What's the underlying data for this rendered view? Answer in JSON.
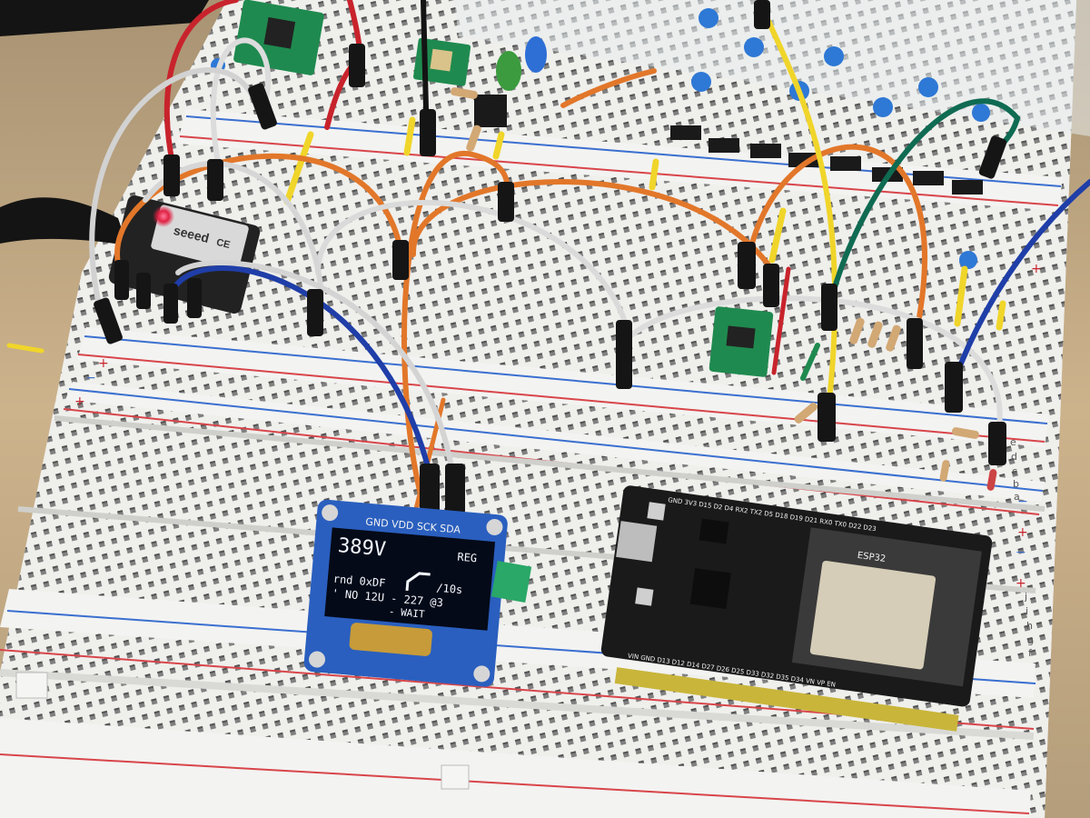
{
  "colors": {
    "table": "#cdb38c",
    "breadboard": "#efefec",
    "rail_red": "#d8454a",
    "rail_blue": "#3a6fd0",
    "wire_orange": "#e2772a",
    "wire_gray": "#d9d9d9",
    "wire_blue": "#1f3ea8",
    "wire_red": "#c8232c",
    "wire_yellow": "#f0d52a",
    "wire_green": "#0f6b52",
    "oled_pcb": "#2a5fbf",
    "esp_pcb": "#1a1a1a",
    "module_green": "#1f8a4f"
  },
  "rail_signs": {
    "plus": "+",
    "minus": "−"
  },
  "board_letters": {
    "row_a": [
      "j",
      "i",
      "h",
      "g",
      "f"
    ],
    "row_b": [
      "e",
      "d",
      "c",
      "b",
      "a"
    ]
  },
  "xiao": {
    "brand": "seeed",
    "mark": "CE"
  },
  "oled": {
    "header_pins": "GND VDD SCK SDA",
    "voltage": "389V",
    "mode": "REG",
    "line1_left": "rnd 0xDF",
    "line1_right": "/10s",
    "line2": "' NO 12U - 227 @3",
    "line2_b": "- WAIT"
  },
  "esp32": {
    "module_label": "ESP32",
    "pins_top": [
      "GND",
      "3V3",
      "D15",
      "D2",
      "D4",
      "RX2",
      "TX2",
      "D5",
      "D18",
      "D19",
      "D21",
      "RX0",
      "TX0",
      "D22",
      "D23"
    ],
    "pins_bottom": [
      "VIN",
      "GND",
      "D13",
      "D12",
      "D14",
      "D27",
      "D26",
      "D25",
      "D33",
      "D32",
      "D35",
      "D34",
      "VN",
      "VP",
      "EN"
    ]
  }
}
